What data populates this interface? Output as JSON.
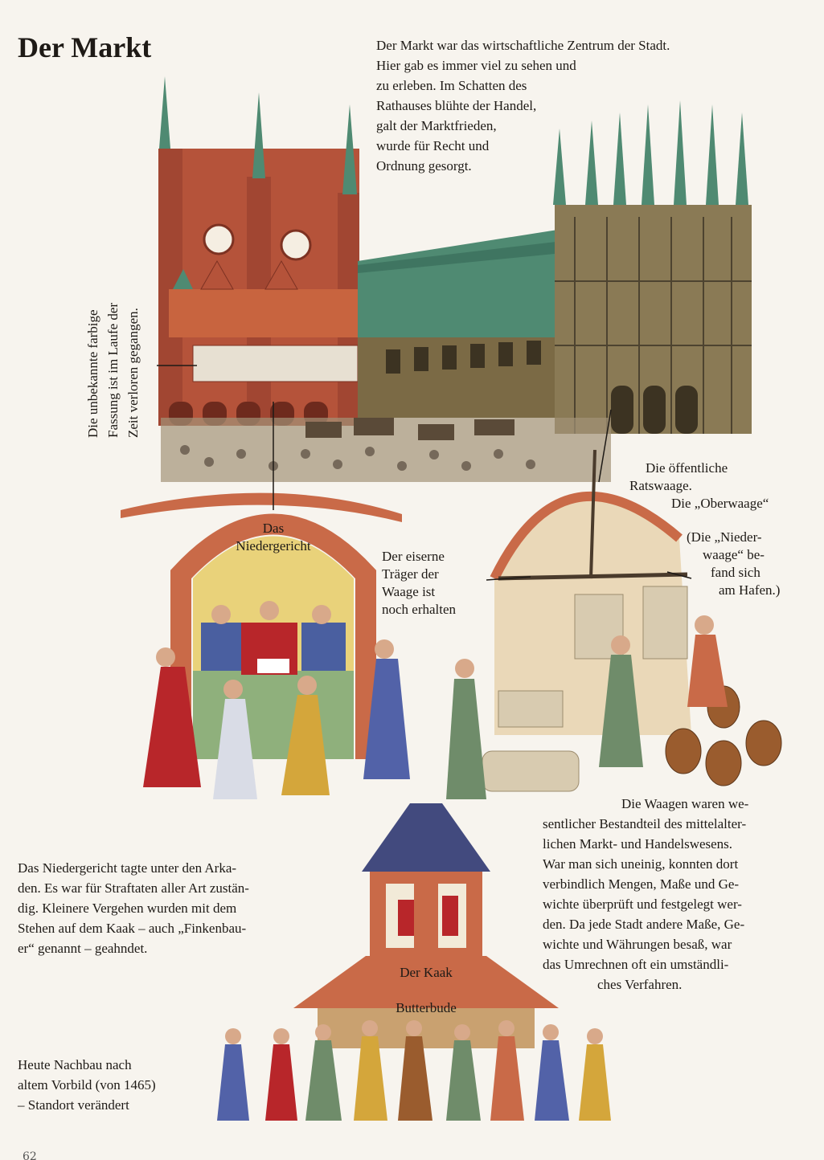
{
  "title": "Der Markt",
  "intro": [
    "Der Markt war das wirtschaftliche Zentrum der Stadt.",
    "Hier gab es immer viel zu sehen und",
    "zu erleben. Im Schatten des",
    "Rathauses blühte der Handel,",
    "galt der Marktfrieden,",
    "wurde für Recht und",
    "Ordnung gesorgt."
  ],
  "vertical_caption": [
    "Die unbekannte farbige",
    "Fassung ist im Laufe der",
    "Zeit verloren gegangen."
  ],
  "labels": {
    "niedergericht": [
      "Das",
      "Niedergericht"
    ],
    "ratswaage": [
      "Die öffentliche",
      "Ratswaage.",
      "Die „Oberwaage“"
    ],
    "niederwaage": [
      "(Die „Nieder-",
      "waage“ be-",
      "fand sich",
      "am Hafen.)"
    ],
    "traeger": [
      "Der eiserne",
      "Träger der",
      "Waage ist",
      "noch erhalten"
    ],
    "kaak": "Der Kaak",
    "butterbude": "Butterbude"
  },
  "waagen_text": [
    "Die Waagen waren we-",
    "sentlicher Bestandteil des mittelalter-",
    "lichen Markt- und Handelswesens.",
    "War man sich uneinig, konnten dort",
    "verbindlich Mengen, Maße und Ge-",
    "wichte überprüft und festgelegt wer-",
    "den. Da jede Stadt andere Maße, Ge-",
    "wichte und Währungen besaß, war",
    "das Umrechnen oft ein umständli-",
    "ches Verfahren."
  ],
  "gericht_text": [
    "Das Niedergericht tagte unter den Arka-",
    "den. Es war für Straftaten aller Art zustän-",
    "dig. Kleinere Vergehen wurden mit dem",
    "Stehen auf dem Kaak – auch „Finkenbau-",
    "er“ genannt – geahndet."
  ],
  "nachbau_text": [
    "Heute Nachbau nach",
    "altem Vorbild (von 1465)",
    "– Standort verändert"
  ],
  "page_number": "62",
  "colors": {
    "brick": "#b5533a",
    "copper": "#4f8a72",
    "stone": "#7b6a45",
    "ink": "#1e1a16"
  }
}
